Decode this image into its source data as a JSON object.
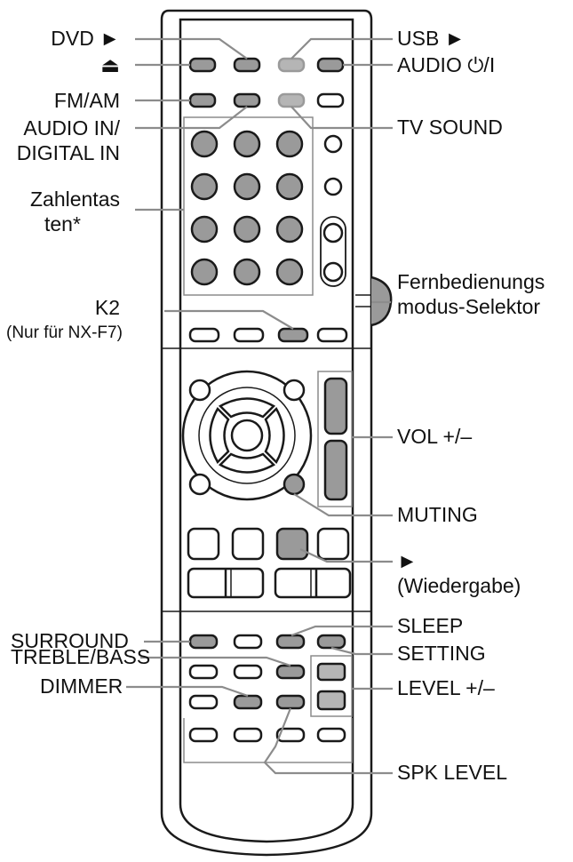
{
  "labels": {
    "dvd": "DVD ►",
    "usb": "USB ►",
    "eject": "⏏",
    "audio_power": "AUDIO ⏻/I",
    "fm_am": "FM/AM",
    "tv_sound": "TV SOUND",
    "audio_in_1": "AUDIO IN/",
    "audio_in_2": "DIGITAL IN",
    "zahlen_1": "Zahlentas",
    "zahlen_2": "ten*",
    "fernbed_1": "Fernbedienungs",
    "fernbed_2": "modus-Selektor",
    "k2": "K2",
    "k2_note": "(Nur für NX-F7)",
    "vol": "VOL +/–",
    "muting": "MUTING",
    "play_symbol": "►",
    "play_text": "(Wiedergabe)",
    "surround": "SURROUND",
    "sleep": "SLEEP",
    "treble_bass": "TREBLE/BASS",
    "setting": "SETTING",
    "dimmer": "DIMMER",
    "level": "LEVEL +/–",
    "spk_level": "SPK LEVEL"
  },
  "colors": {
    "outline": "#1a1a1a",
    "remote_body": "#ffffff",
    "highlight_button": "#9a9a9a",
    "leader_line": "#8c8c8c",
    "text": "#111111"
  }
}
